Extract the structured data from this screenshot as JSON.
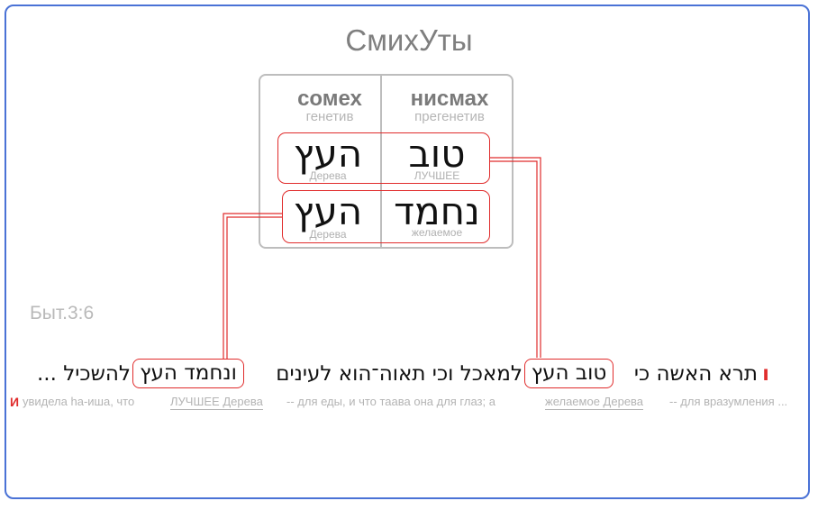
{
  "title": "СмихУты",
  "table": {
    "left_head": "сомех",
    "left_sub": "генетив",
    "right_head": "нисмах",
    "right_sub": "прегенетив",
    "rows": [
      {
        "right_hebrew": "טוב",
        "right_gloss": "ЛУЧШЕЕ",
        "left_hebrew": "העץ",
        "left_gloss": "Дерева"
      },
      {
        "right_hebrew": "נחמד",
        "right_gloss": "желаемое",
        "left_hebrew": "העץ",
        "left_gloss": "Дерева"
      }
    ]
  },
  "reference": "Быт.3:6",
  "verse": {
    "prefix_letter": "ו",
    "part1": "תרא האשה כי",
    "phrase1": "טוב העץ",
    "part2": "למאכל וכי תאוה־הוא לעינים",
    "phrase2": "ונחמד העץ",
    "part3": "להשכיל ..."
  },
  "translation": {
    "first_letter": "И",
    "t1": "увидела ha-иша, что",
    "t2": "ЛУЧШЕЕ Дерева",
    "t3": "-- для еды, и что таава  она   для глаз;  а",
    "t4": "желаемое Дерева",
    "t5": "-- для вразумления ..."
  },
  "colors": {
    "frame": "#4a72d6",
    "accent": "#e02c2c",
    "muted": "#b4b4b4"
  }
}
